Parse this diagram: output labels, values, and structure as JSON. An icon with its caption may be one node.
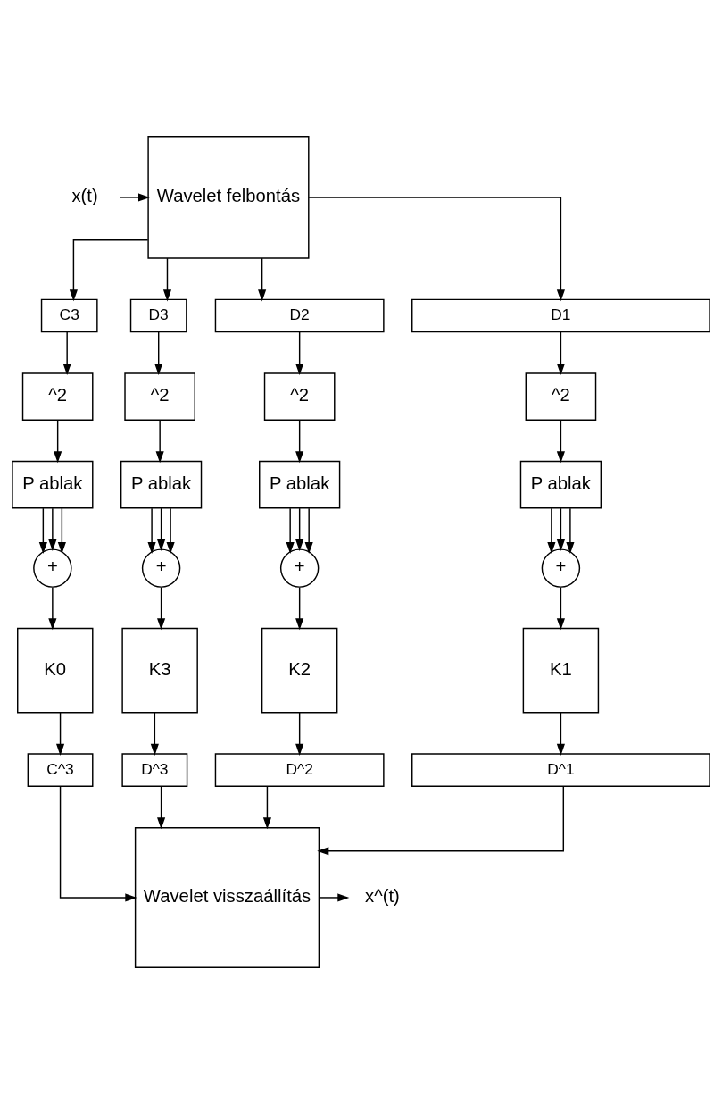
{
  "diagram": {
    "nodes": [
      {
        "text": [
          "x(t)"
        ]
      },
      {
        "text": [
          "Wavelet felbontás"
        ]
      },
      {
        "text": [
          "C3"
        ]
      },
      {
        "text": [
          "D3"
        ]
      },
      {
        "text": [
          "D2"
        ]
      },
      {
        "text": [
          "D1"
        ]
      },
      {
        "text": [
          "^2"
        ]
      },
      {
        "text": [
          "^2"
        ]
      },
      {
        "text": [
          "^2"
        ]
      },
      {
        "text": [
          "^2"
        ]
      },
      {
        "text": [
          "P ablak"
        ]
      },
      {
        "text": [
          "P ablak"
        ]
      },
      {
        "text": [
          "P ablak"
        ]
      },
      {
        "text": [
          "P ablak"
        ]
      },
      {
        "text": [
          "+"
        ]
      },
      {
        "text": [
          "+"
        ]
      },
      {
        "text": [
          "+"
        ]
      },
      {
        "text": [
          "+"
        ]
      },
      {
        "text": [
          "K0"
        ]
      },
      {
        "text": [
          "K3"
        ]
      },
      {
        "text": [
          "K2"
        ]
      },
      {
        "text": [
          "K1"
        ]
      },
      {
        "text": [
          "C^3"
        ]
      },
      {
        "text": [
          "D^3"
        ]
      },
      {
        "text": [
          "D^2"
        ]
      },
      {
        "text": [
          "D^1"
        ]
      },
      {
        "text": [
          "Wavelet visszaállítás"
        ]
      },
      {
        "text": [
          "x^(t)"
        ]
      }
    ],
    "edges": [
      {
        "from": 0,
        "to": 1,
        "arrow": "to"
      },
      {
        "from": 1,
        "to": 2,
        "arrow": "to"
      },
      {
        "from": 1,
        "to": 3,
        "arrow": "to"
      },
      {
        "from": 1,
        "to": 4,
        "arrow": "to"
      },
      {
        "from": 1,
        "to": 5,
        "arrow": "to"
      },
      {
        "from": 2,
        "to": 6,
        "arrow": "to"
      },
      {
        "from": 3,
        "to": 7,
        "arrow": "to"
      },
      {
        "from": 4,
        "to": 8,
        "arrow": "to"
      },
      {
        "from": 5,
        "to": 9,
        "arrow": "to"
      },
      {
        "from": 6,
        "to": 10,
        "arrow": "to"
      },
      {
        "from": 7,
        "to": 11,
        "arrow": "to"
      },
      {
        "from": 8,
        "to": 12,
        "arrow": "to"
      },
      {
        "from": 9,
        "to": 13,
        "arrow": "to"
      },
      {
        "from": 10,
        "to": 14,
        "arrow": "to"
      },
      {
        "from": 10,
        "to": 14,
        "arrow": "to"
      },
      {
        "from": 10,
        "to": 14,
        "arrow": "to"
      },
      {
        "from": 11,
        "to": 15,
        "arrow": "to"
      },
      {
        "from": 11,
        "to": 15,
        "arrow": "to"
      },
      {
        "from": 11,
        "to": 15,
        "arrow": "to"
      },
      {
        "from": 12,
        "to": 16,
        "arrow": "to"
      },
      {
        "from": 12,
        "to": 16,
        "arrow": "to"
      },
      {
        "from": 12,
        "to": 16,
        "arrow": "to"
      },
      {
        "from": 13,
        "to": 17,
        "arrow": "to"
      },
      {
        "from": 13,
        "to": 17,
        "arrow": "to"
      },
      {
        "from": 13,
        "to": 17,
        "arrow": "to"
      },
      {
        "from": 14,
        "to": 18,
        "arrow": "to"
      },
      {
        "from": 15,
        "to": 19,
        "arrow": "to"
      },
      {
        "from": 16,
        "to": 20,
        "arrow": "to"
      },
      {
        "from": 17,
        "to": 21,
        "arrow": "to"
      },
      {
        "from": 18,
        "to": 22,
        "arrow": "to"
      },
      {
        "from": 19,
        "to": 23,
        "arrow": "to"
      },
      {
        "from": 20,
        "to": 24,
        "arrow": "to"
      },
      {
        "from": 21,
        "to": 25,
        "arrow": "to"
      },
      {
        "from": 22,
        "to": 26,
        "arrow": "to"
      },
      {
        "from": 23,
        "to": 26,
        "arrow": "to"
      },
      {
        "from": 24,
        "to": 26,
        "arrow": "to"
      },
      {
        "from": 25,
        "to": 26,
        "arrow": "to"
      },
      {
        "from": 26,
        "to": 27,
        "arrow": "to"
      }
    ]
  }
}
